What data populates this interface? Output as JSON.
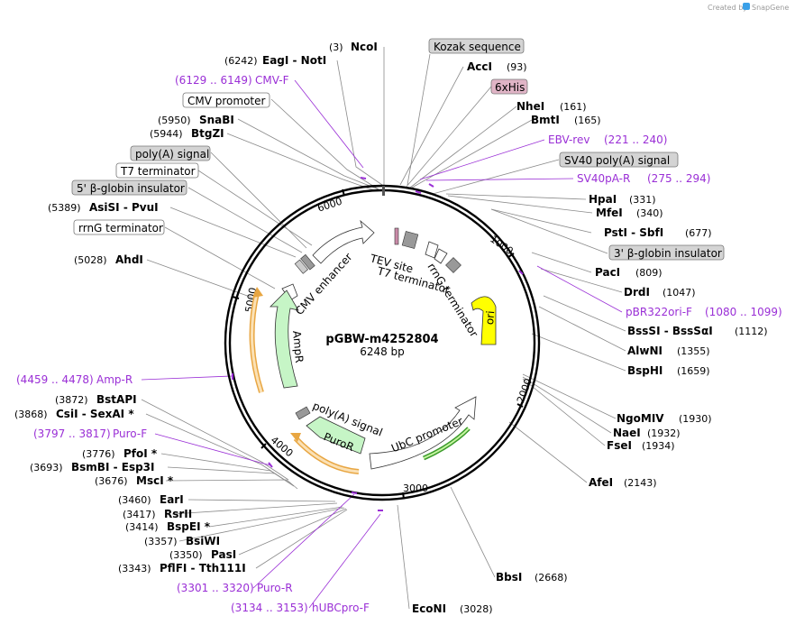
{
  "brand": {
    "prefix": "Created by",
    "name": "SnapGene"
  },
  "plasmid": {
    "name": "pGBW-m4252804",
    "length": "6248 bp"
  },
  "ticks": [
    "1000",
    "2000",
    "3000",
    "4000",
    "5000",
    "6000"
  ],
  "enzymes": [
    {
      "pos": "(3)",
      "name": "NcoI"
    },
    {
      "pos": "(6242)",
      "name": "EagI  -  NotI"
    },
    {
      "pos": "(5950)",
      "name": "SnaBI"
    },
    {
      "pos": "(5944)",
      "name": "BtgZI"
    },
    {
      "pos": "(5389)",
      "name": "AsiSI  -  PvuI"
    },
    {
      "pos": "(5028)",
      "name": "AhdI"
    },
    {
      "pos": "(3872)",
      "name": "BstAPI"
    },
    {
      "pos": "(3868)",
      "name": "CsiI  -  SexAI *"
    },
    {
      "pos": "(3776)",
      "name": "PfoI *"
    },
    {
      "pos": "(3693)",
      "name": "BsmBI  -  Esp3I"
    },
    {
      "pos": "(3676)",
      "name": "MscI *"
    },
    {
      "pos": "(3460)",
      "name": "EarI"
    },
    {
      "pos": "(3417)",
      "name": "RsrII"
    },
    {
      "pos": "(3414)",
      "name": "BspEI *"
    },
    {
      "pos": "(3357)",
      "name": "BsiWI"
    },
    {
      "pos": "(3350)",
      "name": "PasI"
    },
    {
      "pos": "(3343)",
      "name": "PflFI  -  Tth111I"
    },
    {
      "name": "AccI",
      "pos": "(93)"
    },
    {
      "name": "NheI",
      "pos": "(161)"
    },
    {
      "name": "BmtI",
      "pos": "(165)"
    },
    {
      "name": "HpaI",
      "pos": "(331)"
    },
    {
      "name": "MfeI",
      "pos": "(340)"
    },
    {
      "name": "PstI  -  SbfI",
      "pos": "(677)"
    },
    {
      "name": "PacI",
      "pos": "(809)"
    },
    {
      "name": "DrdI",
      "pos": "(1047)"
    },
    {
      "name": "BssSI  -  BssSαI",
      "pos": "(1112)"
    },
    {
      "name": "AlwNI",
      "pos": "(1355)"
    },
    {
      "name": "BspHI",
      "pos": "(1659)"
    },
    {
      "name": "NgoMIV",
      "pos": "(1930)"
    },
    {
      "name": "NaeI",
      "pos": "(1932)"
    },
    {
      "name": "FseI",
      "pos": "(1934)"
    },
    {
      "name": "AfeI",
      "pos": "(2143)"
    },
    {
      "name": "BbsI",
      "pos": "(2668)"
    },
    {
      "name": "EcoNI",
      "pos": "(3028)"
    }
  ],
  "primers": [
    {
      "range": "(6129 .. 6149)",
      "name": "CMV-F"
    },
    {
      "name": "EBV-rev",
      "range": "(221 .. 240)"
    },
    {
      "name": "SV40pA-R",
      "range": "(275 .. 294)"
    },
    {
      "name": "pBR322ori-F",
      "range": "(1080 .. 1099)"
    },
    {
      "range": "(4459 .. 4478)",
      "name": "Amp-R"
    },
    {
      "range": "(3797 .. 3817)",
      "name": "Puro-F"
    },
    {
      "range": "(3301 .. 3320)",
      "name": "Puro-R"
    },
    {
      "range": "(3134 .. 3153)",
      "name": "hUBCpro-F"
    }
  ],
  "boxed_features": [
    "Kozak sequence",
    "6xHis",
    "SV40 poly(A) signal",
    "3' β-globin insulator",
    "CMV promoter",
    "poly(A) signal",
    "T7 terminator",
    "5' β-globin insulator",
    "rrnG terminator"
  ],
  "inner_features": [
    "TEV site",
    "T7 terminator",
    "rrnG terminator",
    "ori",
    "CMV enhancer",
    "AmpR",
    "poly(A) signal",
    "PuroR",
    "UbC promoter"
  ],
  "colors": {
    "primer": "#9a2fd6",
    "ori": "#ffff00",
    "ampr": "#c6f5c6",
    "puror": "#c6f5c6",
    "orf_outline": "#e8a642",
    "orf_fill": "#fbe1b5",
    "box_grey": "#d4d4d4",
    "box_pink": "#e0b4c6"
  }
}
